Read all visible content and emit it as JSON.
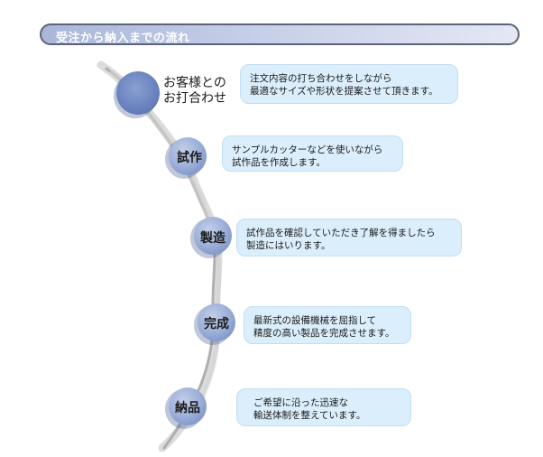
{
  "header": {
    "title": "受注から納入までの流れ"
  },
  "steps": [
    {
      "label_lines": [
        "お客様との",
        "お打合わせ"
      ],
      "text_lines": [
        "注文内容の打ち合わせをしながら",
        "最適なサイズや形状を提案させて頂きます。"
      ]
    },
    {
      "label_lines": [
        "試作"
      ],
      "text_lines": [
        "サンプルカッターなどを使いながら",
        "試作品を作成します。"
      ]
    },
    {
      "label_lines": [
        "製造"
      ],
      "text_lines": [
        "試作品を確認していただき了解を得ましたら",
        "製造にはいります。"
      ]
    },
    {
      "label_lines": [
        "完成"
      ],
      "text_lines": [
        "最新式の設備機械を屈指して",
        "精度の高い製品を完成させます。"
      ]
    },
    {
      "label_lines": [
        "納品"
      ],
      "text_lines": [
        "ご希望に沿った迅速な",
        "輸送体制を整えています。"
      ]
    }
  ],
  "colors": {
    "node_light": "#b0bfe0",
    "node_dark": "#6d86bf",
    "bubble": "#dbeefb",
    "header_border": "#5c6478"
  }
}
